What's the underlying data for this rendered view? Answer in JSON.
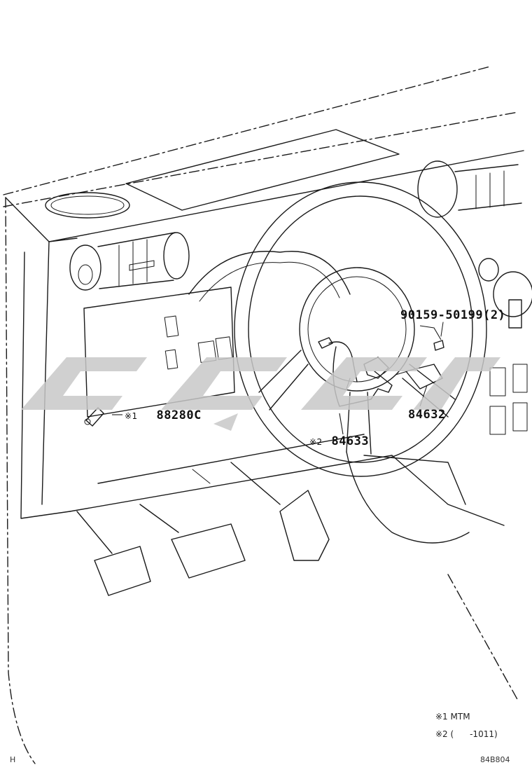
{
  "parts": [
    {
      "id": "bolt",
      "number": "90159-50199(2)",
      "marker": ""
    },
    {
      "id": "sensor",
      "number": "88280C",
      "marker": "※1"
    },
    {
      "id": "switch",
      "number": "84632",
      "marker": ""
    },
    {
      "id": "harness",
      "number": "84633",
      "marker": "※2"
    }
  ],
  "notes": [
    {
      "marker": "※1",
      "text": "MTM"
    },
    {
      "marker": "※2",
      "text": "(      -1011)"
    }
  ],
  "corner_mark": "H",
  "figure_code": "84B804",
  "watermark_color": "#c8c8c8"
}
